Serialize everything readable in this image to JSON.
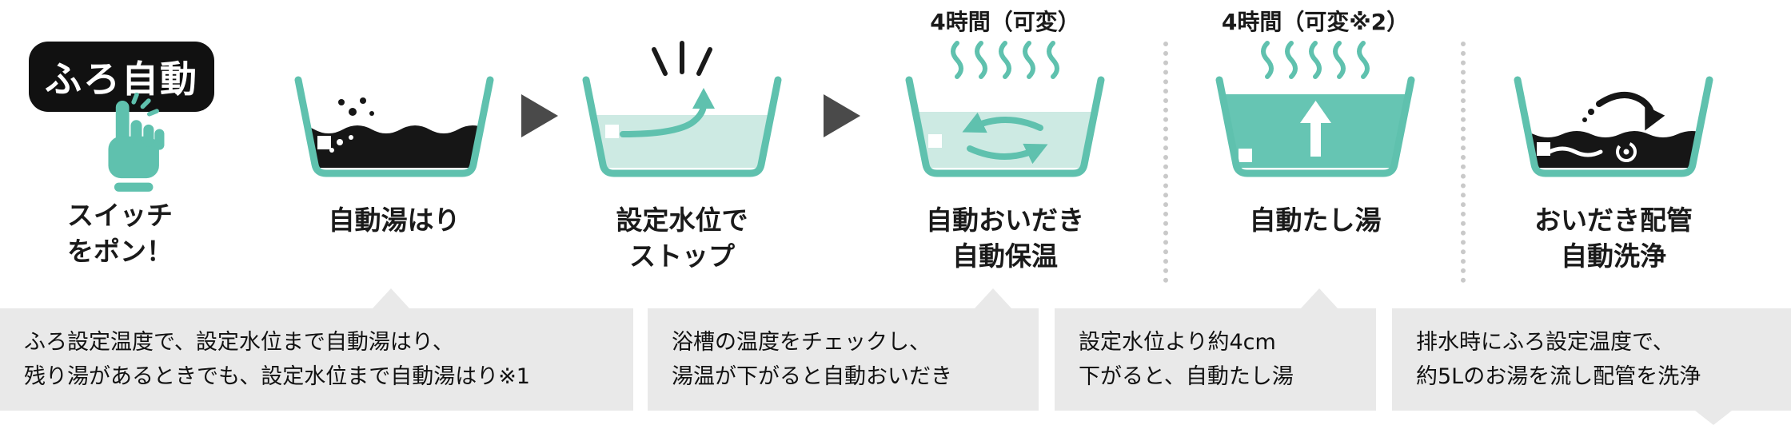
{
  "colors": {
    "teal": "#5fc1ae",
    "teal_light": "#cdeae3",
    "black": "#161616",
    "callout_gray": "#e9e9e9",
    "flow_arrow_gray": "#4a4a4a"
  },
  "icons": {
    "hand_press": "pointing-hand",
    "flow_arrow": "▶",
    "steam": "rising squiggle lines",
    "splash": "\\ | / stop marks",
    "bathtubs": [
      "auto-fill tub",
      "stop-at-level tub",
      "reheat-circulation tub",
      "refill-full tub",
      "pipe-clean tub"
    ]
  },
  "intro": {
    "button_label": "ふろ自動",
    "caption_line1": "スイッチ",
    "caption_line2": "をポン！"
  },
  "steps": [
    {
      "id": "auto-fill",
      "label_lines": [
        "自動湯はり"
      ]
    },
    {
      "id": "stop-level",
      "label_lines": [
        "設定水位で",
        "ストップ"
      ]
    },
    {
      "id": "auto-reheat",
      "top_label": "4時間（可変）",
      "label_lines": [
        "自動おいだき",
        "自動保温"
      ]
    },
    {
      "id": "auto-refill",
      "top_label": "4時間（可変※2）",
      "label_lines": [
        "自動たし湯"
      ]
    },
    {
      "id": "pipe-clean",
      "label_lines": [
        "おいだき配管",
        "自動洗浄"
      ]
    }
  ],
  "callouts": [
    {
      "lines": [
        "ふろ設定温度で、設定水位まで自動湯はり、",
        "残り湯があるときでも、設定水位まで自動湯はり※1"
      ]
    },
    {
      "lines": [
        "浴槽の温度をチェックし、",
        "湯温が下がると自動おいだき"
      ]
    },
    {
      "lines": [
        "設定水位より約4cm",
        "下がると、自動たし湯"
      ]
    },
    {
      "lines": [
        "排水時にふろ設定温度で、",
        "約5Lのお湯を流し配管を洗浄"
      ]
    }
  ]
}
